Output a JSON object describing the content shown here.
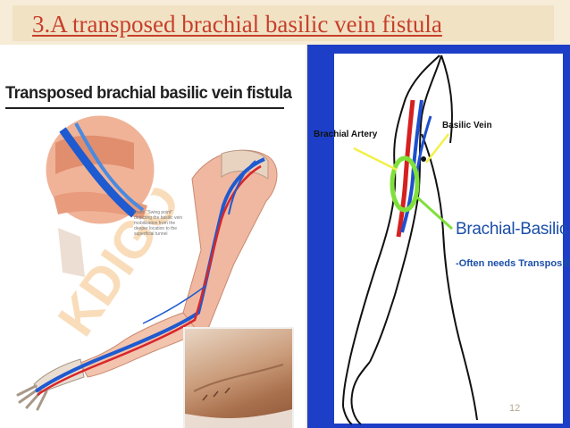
{
  "slide": {
    "title": "3.A transposed brachial basilic vein fistula",
    "page_number": "12"
  },
  "left_image": {
    "heading": "Transposed brachial basilic vein fistula",
    "inset_note": "Inset: \"Swing point\" depicting the basilic vein mobilization from the deeper location to the superficial tunnel",
    "watermark": "KDIGO"
  },
  "right_diagram": {
    "label_brachial_artery": "Brachial Artery",
    "label_basilic_vein": "Basilic Vein",
    "label_brachial_basilic": "Brachial-Basilic",
    "label_transposition": "-Often needs Transposition"
  },
  "colors": {
    "title": "#c73f2b",
    "background": "#f6ecd7",
    "diagram_border": "#1d3fc7",
    "highlight_green": "#7fe03a",
    "pointer_yellow": "#f3f04a",
    "label_blue": "#1c4fa8"
  }
}
